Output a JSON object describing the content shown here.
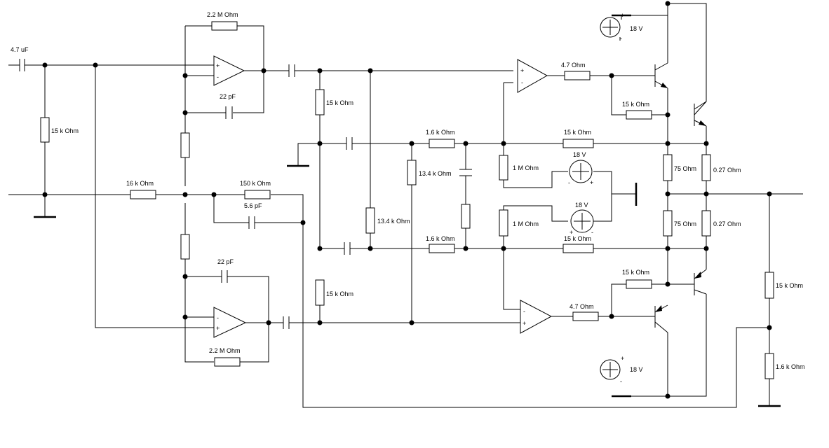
{
  "components": {
    "c_in": "4.7 uF",
    "r_in_shunt": "15 k Ohm",
    "r_input_series": "16 k Ohm",
    "r_fb_top": "2.2 M Ohm",
    "c_fb_top": "22 pF",
    "r_150k": "150 k Ohm",
    "c_5p6": "5.6 pF",
    "c_fb_bot": "22 pF",
    "r_fb_bot": "2.2 M Ohm",
    "r_bias_top": "15 k Ohm",
    "r_bias_bot": "15 k Ohm",
    "r_13k4_a": "13.4 k Ohm",
    "r_13k4_b": "13.4 k Ohm",
    "r_1k6_top": "1.6 k Ohm",
    "r_1k6_bot": "1.6 k Ohm",
    "r_1m_top": "1 M Ohm",
    "r_1m_bot": "1 M Ohm",
    "v_bias_top": "18 V",
    "v_bias_bot": "18 V",
    "r_15k_long_top": "15 k Ohm",
    "r_15k_long_bot": "15 k Ohm",
    "r_4p7_top": "4.7  Ohm",
    "r_4p7_bot": "4.7  Ohm",
    "r_15k_drv_top": "15 k Ohm",
    "r_15k_drv_bot": "15 k Ohm",
    "v_supply_top": "18 V",
    "v_supply_bot": "18 V",
    "r_75_top": "75  Ohm",
    "r_75_bot": "75  Ohm",
    "r_0p27_top": "0.27  Ohm",
    "r_0p27_bot": "0.27  Ohm",
    "r_out_fb_top": "15 k Ohm",
    "r_out_fb_bot": "1.6 k Ohm"
  },
  "pins": {
    "plus": "+",
    "minus": "-"
  }
}
